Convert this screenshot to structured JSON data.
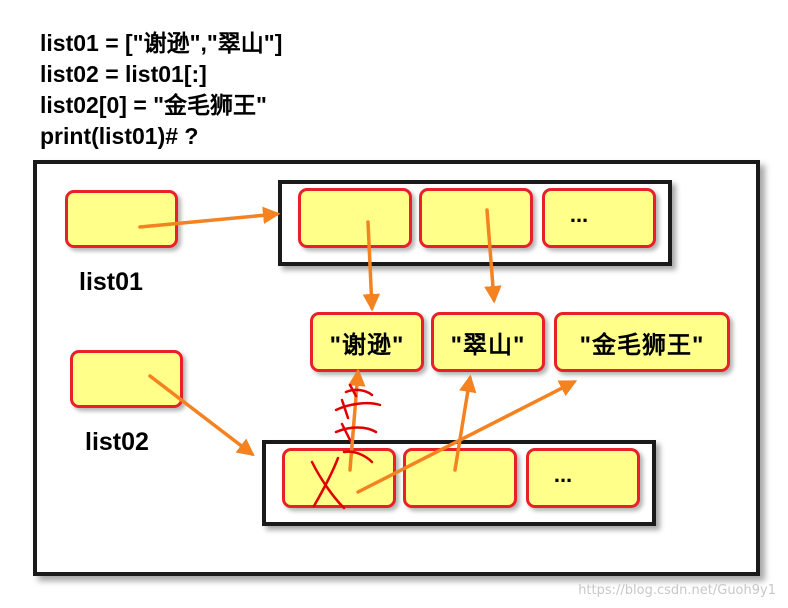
{
  "code": {
    "lines": [
      "list01 = [\"谢逊\",\"翠山\"]",
      "list02 = list01[:]",
      "list02[0] = \"金毛狮王\"",
      "print(list01)# ?"
    ]
  },
  "variables": {
    "list01": "list01",
    "list02": "list02"
  },
  "list01_cells": [
    "",
    "",
    "..."
  ],
  "list02_cells": [
    "",
    "",
    "..."
  ],
  "values": [
    "\"谢逊\"",
    "\"翠山\"",
    "\"金毛狮王\""
  ],
  "watermark": "https://blog.csdn.net/Guoh9y1",
  "colors": {
    "cell_fill": "#ffff8a",
    "cell_border": "#e8202a",
    "arrow": "#f58220",
    "cross_mark": "#e00000",
    "frame": "#1a1a1a"
  }
}
